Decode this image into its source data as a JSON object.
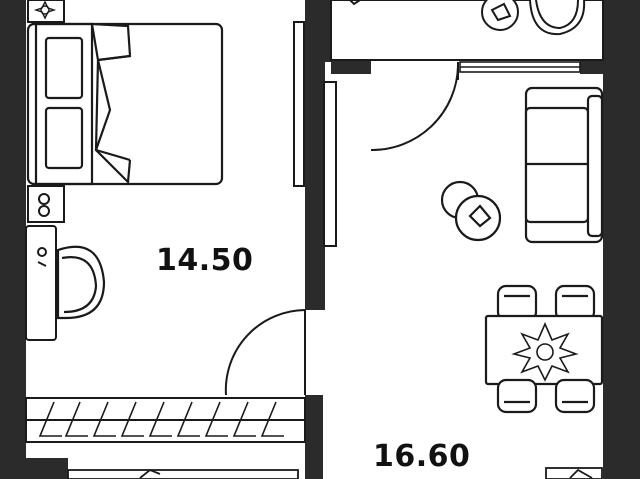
{
  "rooms": [
    {
      "id": "bedroom",
      "area_label": "14.50"
    },
    {
      "id": "living-room",
      "area_label": "16.60"
    }
  ],
  "colors": {
    "wall": "#2b2b2b",
    "line": "#1a1a1a",
    "floor": "#ffffff"
  },
  "icons": [
    "bed-icon",
    "wardrobe-icon",
    "armchair-icon",
    "sofa-icon",
    "dining-table-icon",
    "chair-icon",
    "flower-icon",
    "coffee-table-icon",
    "clothes-hanger-icon",
    "door-swing-icon"
  ]
}
